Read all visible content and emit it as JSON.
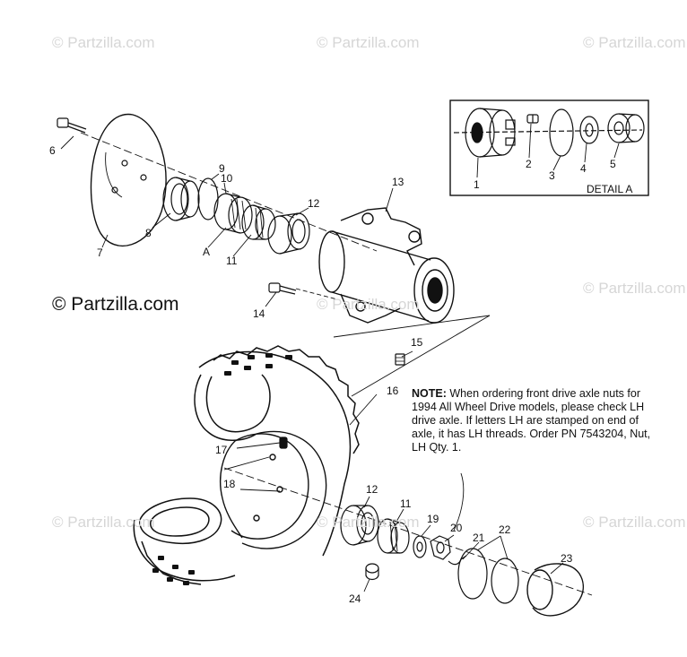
{
  "watermarks": [
    "© Partzilla.com",
    "© Partzilla.com",
    "© Partzilla.com",
    "© Partzilla.com",
    "© Partzilla.com",
    "© Partzilla.com",
    "© Partzilla.com",
    "© Partzilla.com"
  ],
  "brand_label": "© Partzilla.com",
  "detail": {
    "label": "DETAIL A"
  },
  "callouts": {
    "c1": "1",
    "c2": "2",
    "c3": "3",
    "c4": "4",
    "c5": "5",
    "c6": "6",
    "c7": "7",
    "c8": "8",
    "c9": "9",
    "c10": "10",
    "cA": "A",
    "c11": "11",
    "c12": "12",
    "c13": "13",
    "c14": "14",
    "c15": "15",
    "c16": "16",
    "c17": "17",
    "c18": "18",
    "c12b": "12",
    "c11b": "11",
    "c19": "19",
    "c20": "20",
    "c21": "21",
    "c22": "22",
    "c23": "23",
    "c24": "24"
  },
  "note": {
    "label": "NOTE:",
    "text": "When ordering front drive axle nuts for 1994 All Wheel Drive models, please check LH drive axle.  If letters LH are stamped on end of axle, it has LH threads. Order PN 7543204, Nut, LH Qty. 1."
  }
}
